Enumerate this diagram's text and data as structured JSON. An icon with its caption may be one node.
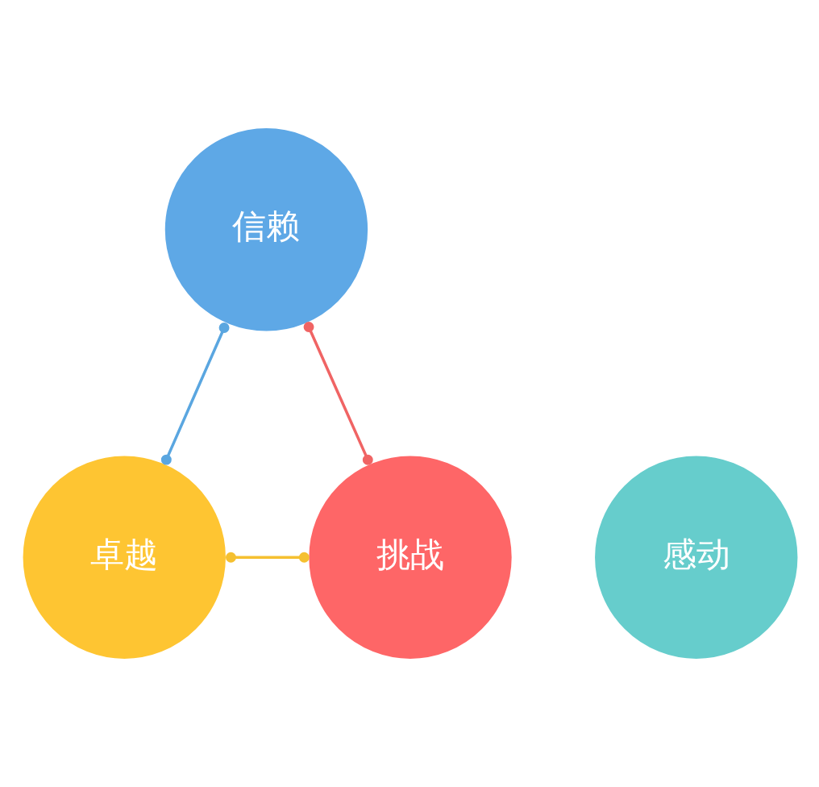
{
  "diagram": {
    "nodes": [
      {
        "text": [
          "信赖"
        ]
      },
      {
        "text": [
          "感动"
        ]
      },
      {
        "text": [
          "卓越"
        ]
      },
      {
        "text": [
          "挑战"
        ]
      }
    ],
    "edges": [
      {
        "from": 0,
        "to": 2,
        "arrow": "other",
        "color": "#5aa6e0"
      },
      {
        "from": 0,
        "to": 3,
        "arrow": "other",
        "color": "#f06464"
      },
      {
        "from": 2,
        "to": 3,
        "arrow": "other",
        "color": "#f5c030"
      }
    ]
  }
}
